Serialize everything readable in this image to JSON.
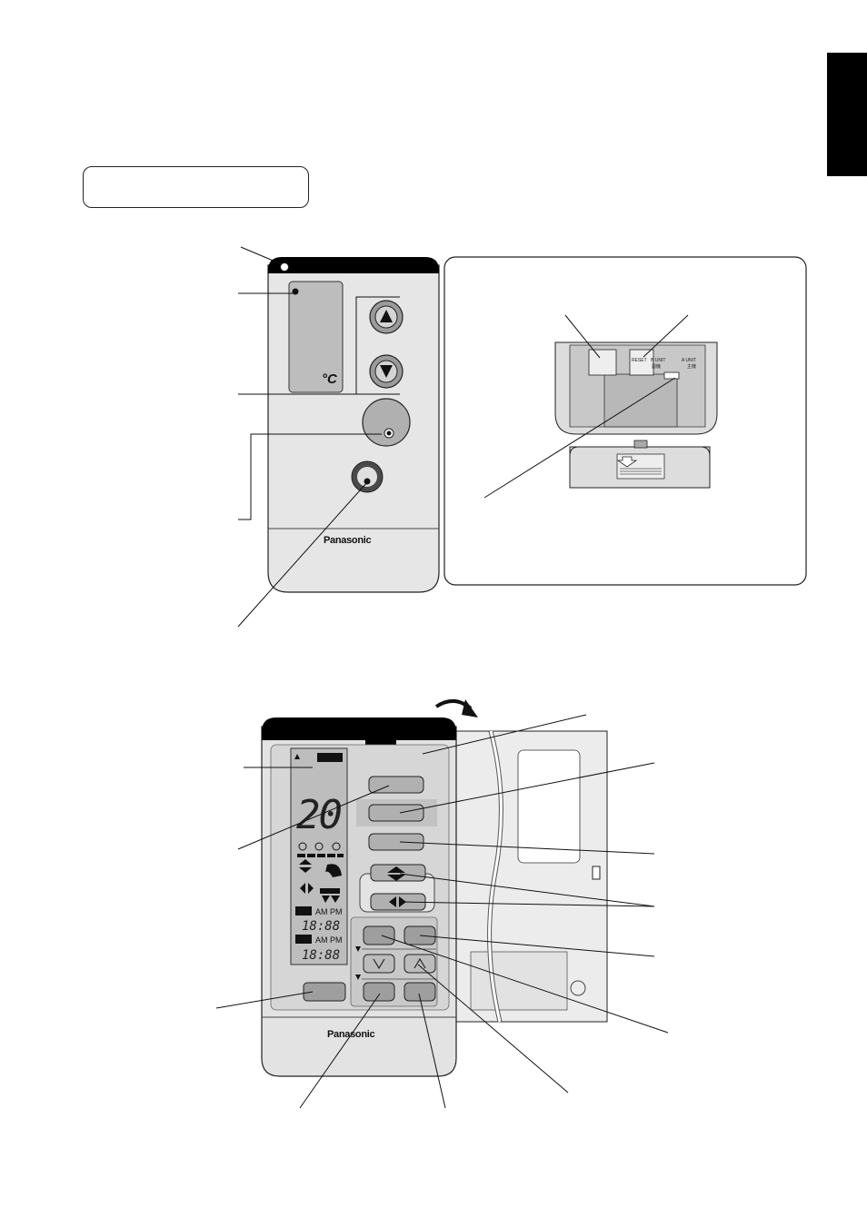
{
  "page": {
    "lang_tab_color": "#000000"
  },
  "top_remote": {
    "brand": "Panasonic",
    "unit": "°C"
  },
  "inset": {
    "switch_left_label": "B UNIT",
    "switch_right_label": "A UNIT",
    "switch_left_sub": "副機",
    "switch_right_sub": "主機",
    "reset_label": "RESET"
  },
  "bottom_remote": {
    "brand": "Panasonic",
    "lcd": {
      "temp": "20",
      "am_pm_1": "AM PM",
      "time_1": "18:88",
      "am_pm_2": "AM PM",
      "time_2": "18:88"
    }
  }
}
